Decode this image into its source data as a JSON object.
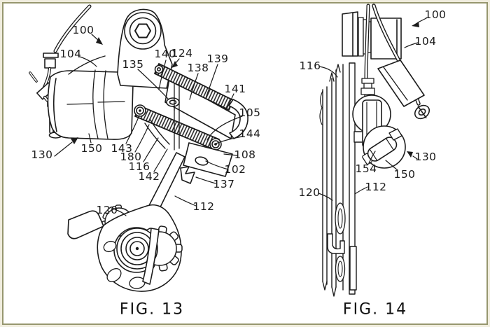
{
  "page": {
    "background_color": "#f0edde",
    "frame_color": "#97976f",
    "ink_color": "#1b1b1b",
    "type": "patent-drawing"
  },
  "fig13": {
    "caption": "FIG. 13",
    "labels": [
      {
        "text": "100"
      },
      {
        "text": "104"
      },
      {
        "text": "135"
      },
      {
        "text": "140"
      },
      {
        "text": "124"
      },
      {
        "text": "138"
      },
      {
        "text": "139"
      },
      {
        "text": "141"
      },
      {
        "text": "105"
      },
      {
        "text": "144"
      },
      {
        "text": "108"
      },
      {
        "text": "102"
      },
      {
        "text": "137"
      },
      {
        "text": "112"
      },
      {
        "text": "120"
      },
      {
        "text": "130"
      },
      {
        "text": "150"
      },
      {
        "text": "143"
      },
      {
        "text": "180"
      },
      {
        "text": "116"
      },
      {
        "text": "142"
      }
    ]
  },
  "fig14": {
    "caption": "FIG. 14",
    "labels": [
      {
        "text": "100"
      },
      {
        "text": "104"
      },
      {
        "text": "116"
      },
      {
        "text": "130"
      },
      {
        "text": "154"
      },
      {
        "text": "150"
      },
      {
        "text": "120"
      },
      {
        "text": "112"
      }
    ]
  }
}
